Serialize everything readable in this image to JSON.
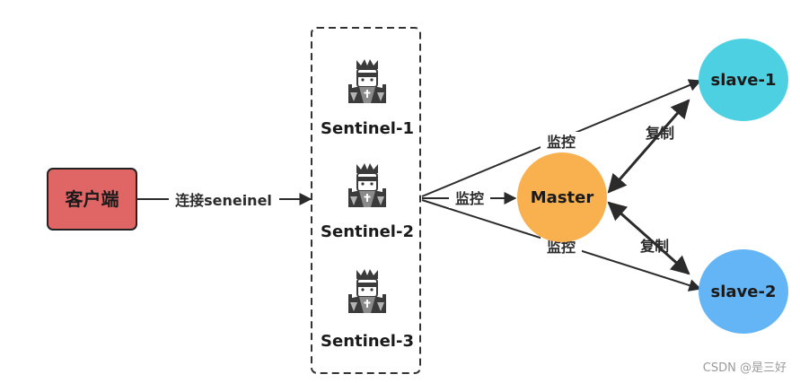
{
  "client": {
    "label": "客户端",
    "color": "#E06666"
  },
  "connect_label": "连接seneinel",
  "sentinels": [
    {
      "label": "Sentinel-1"
    },
    {
      "label": "Sentinel-2"
    },
    {
      "label": "Sentinel-3"
    }
  ],
  "monitor_label": "监控",
  "replicate_label": "复制",
  "master": {
    "label": "Master",
    "color": "#F9B04E"
  },
  "slaves": [
    {
      "label": "slave-1",
      "color": "#4DD0E1"
    },
    {
      "label": "slave-2",
      "color": "#64B5F6"
    }
  ],
  "watermark": "CSDN @是三好",
  "icon": "sentinel-person-icon"
}
